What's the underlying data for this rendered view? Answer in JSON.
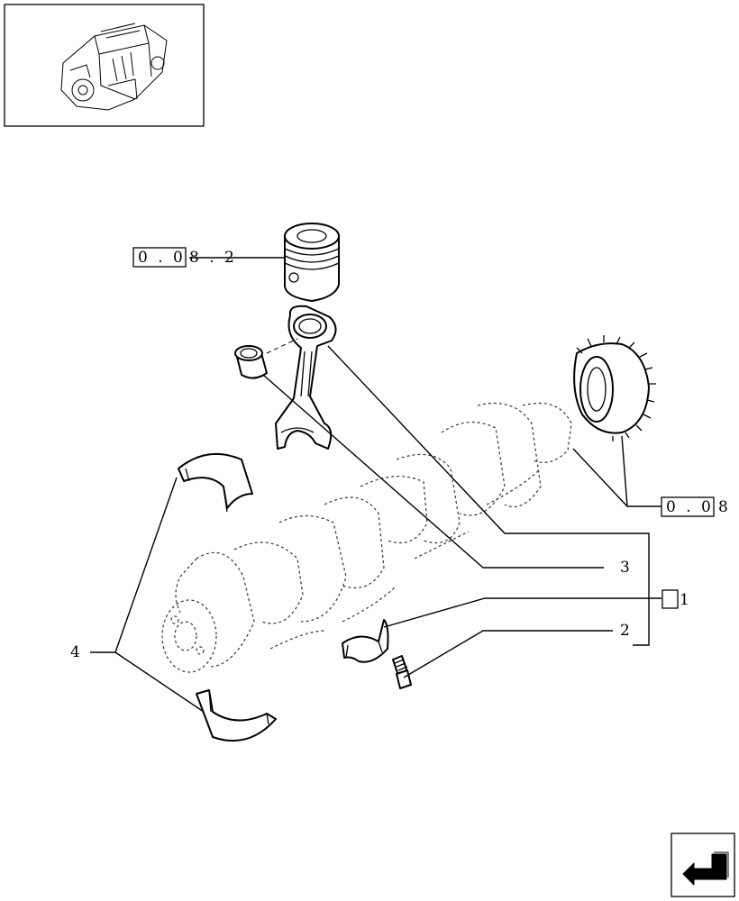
{
  "callouts": {
    "ref_piston": "0 . 0",
    "ref_piston_suffix": "8 . 2",
    "ref_crank": "0 . 0",
    "ref_crank_suffix": "8",
    "item_1": "1",
    "item_2": "2",
    "item_3": "3",
    "item_4": "4"
  },
  "icons": {
    "thumbnail": "engine-thumbnail-icon",
    "nav": "next-page-arrow-icon"
  }
}
